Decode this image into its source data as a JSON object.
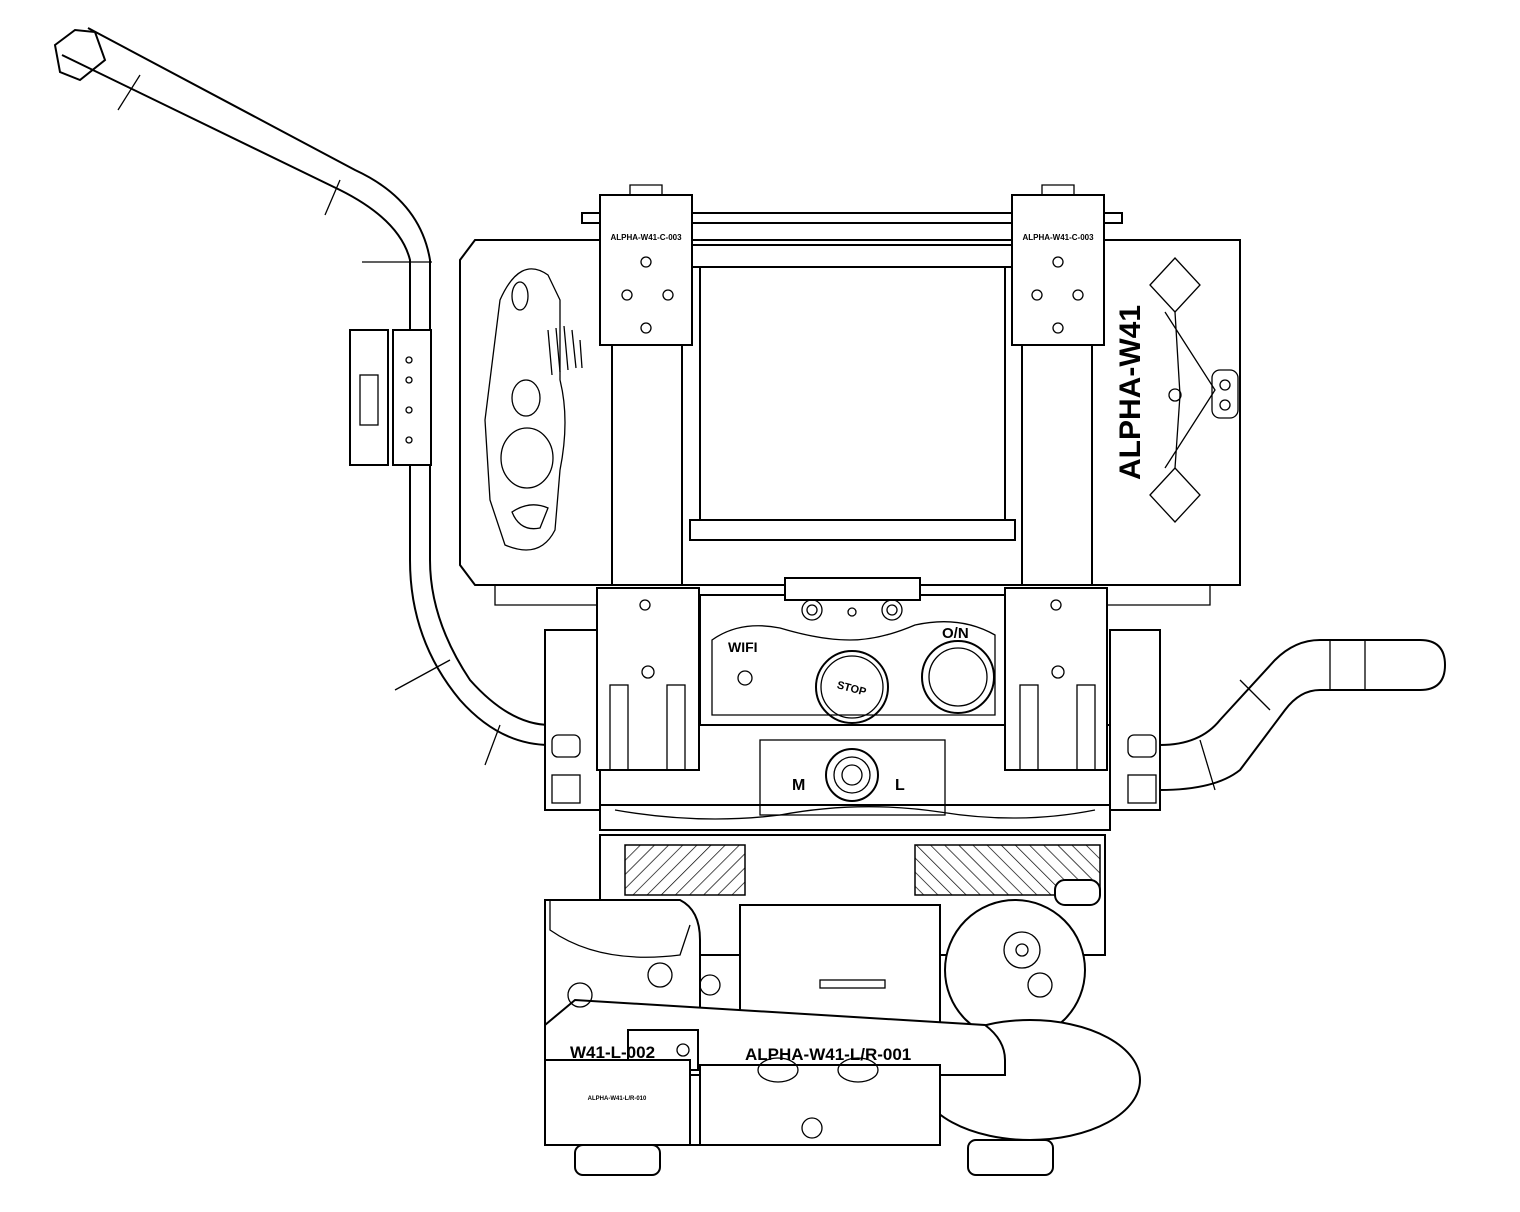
{
  "drawing": {
    "top_bracket_left_label": "ALPHA-W41-C-003",
    "top_bracket_right_label": "ALPHA-W41-C-003",
    "side_panel_label": "ALPHA-W41",
    "wifi_label": "WIFI",
    "stop_label": "STOP",
    "on_label": "O/N",
    "mode_m_label": "M",
    "mode_l_label": "L",
    "main_plate_label": "ALPHA-W41-L/R-001",
    "left_plate_label": "W41-L-002",
    "motor_label": "ALPHA-W41-L/R-010"
  }
}
